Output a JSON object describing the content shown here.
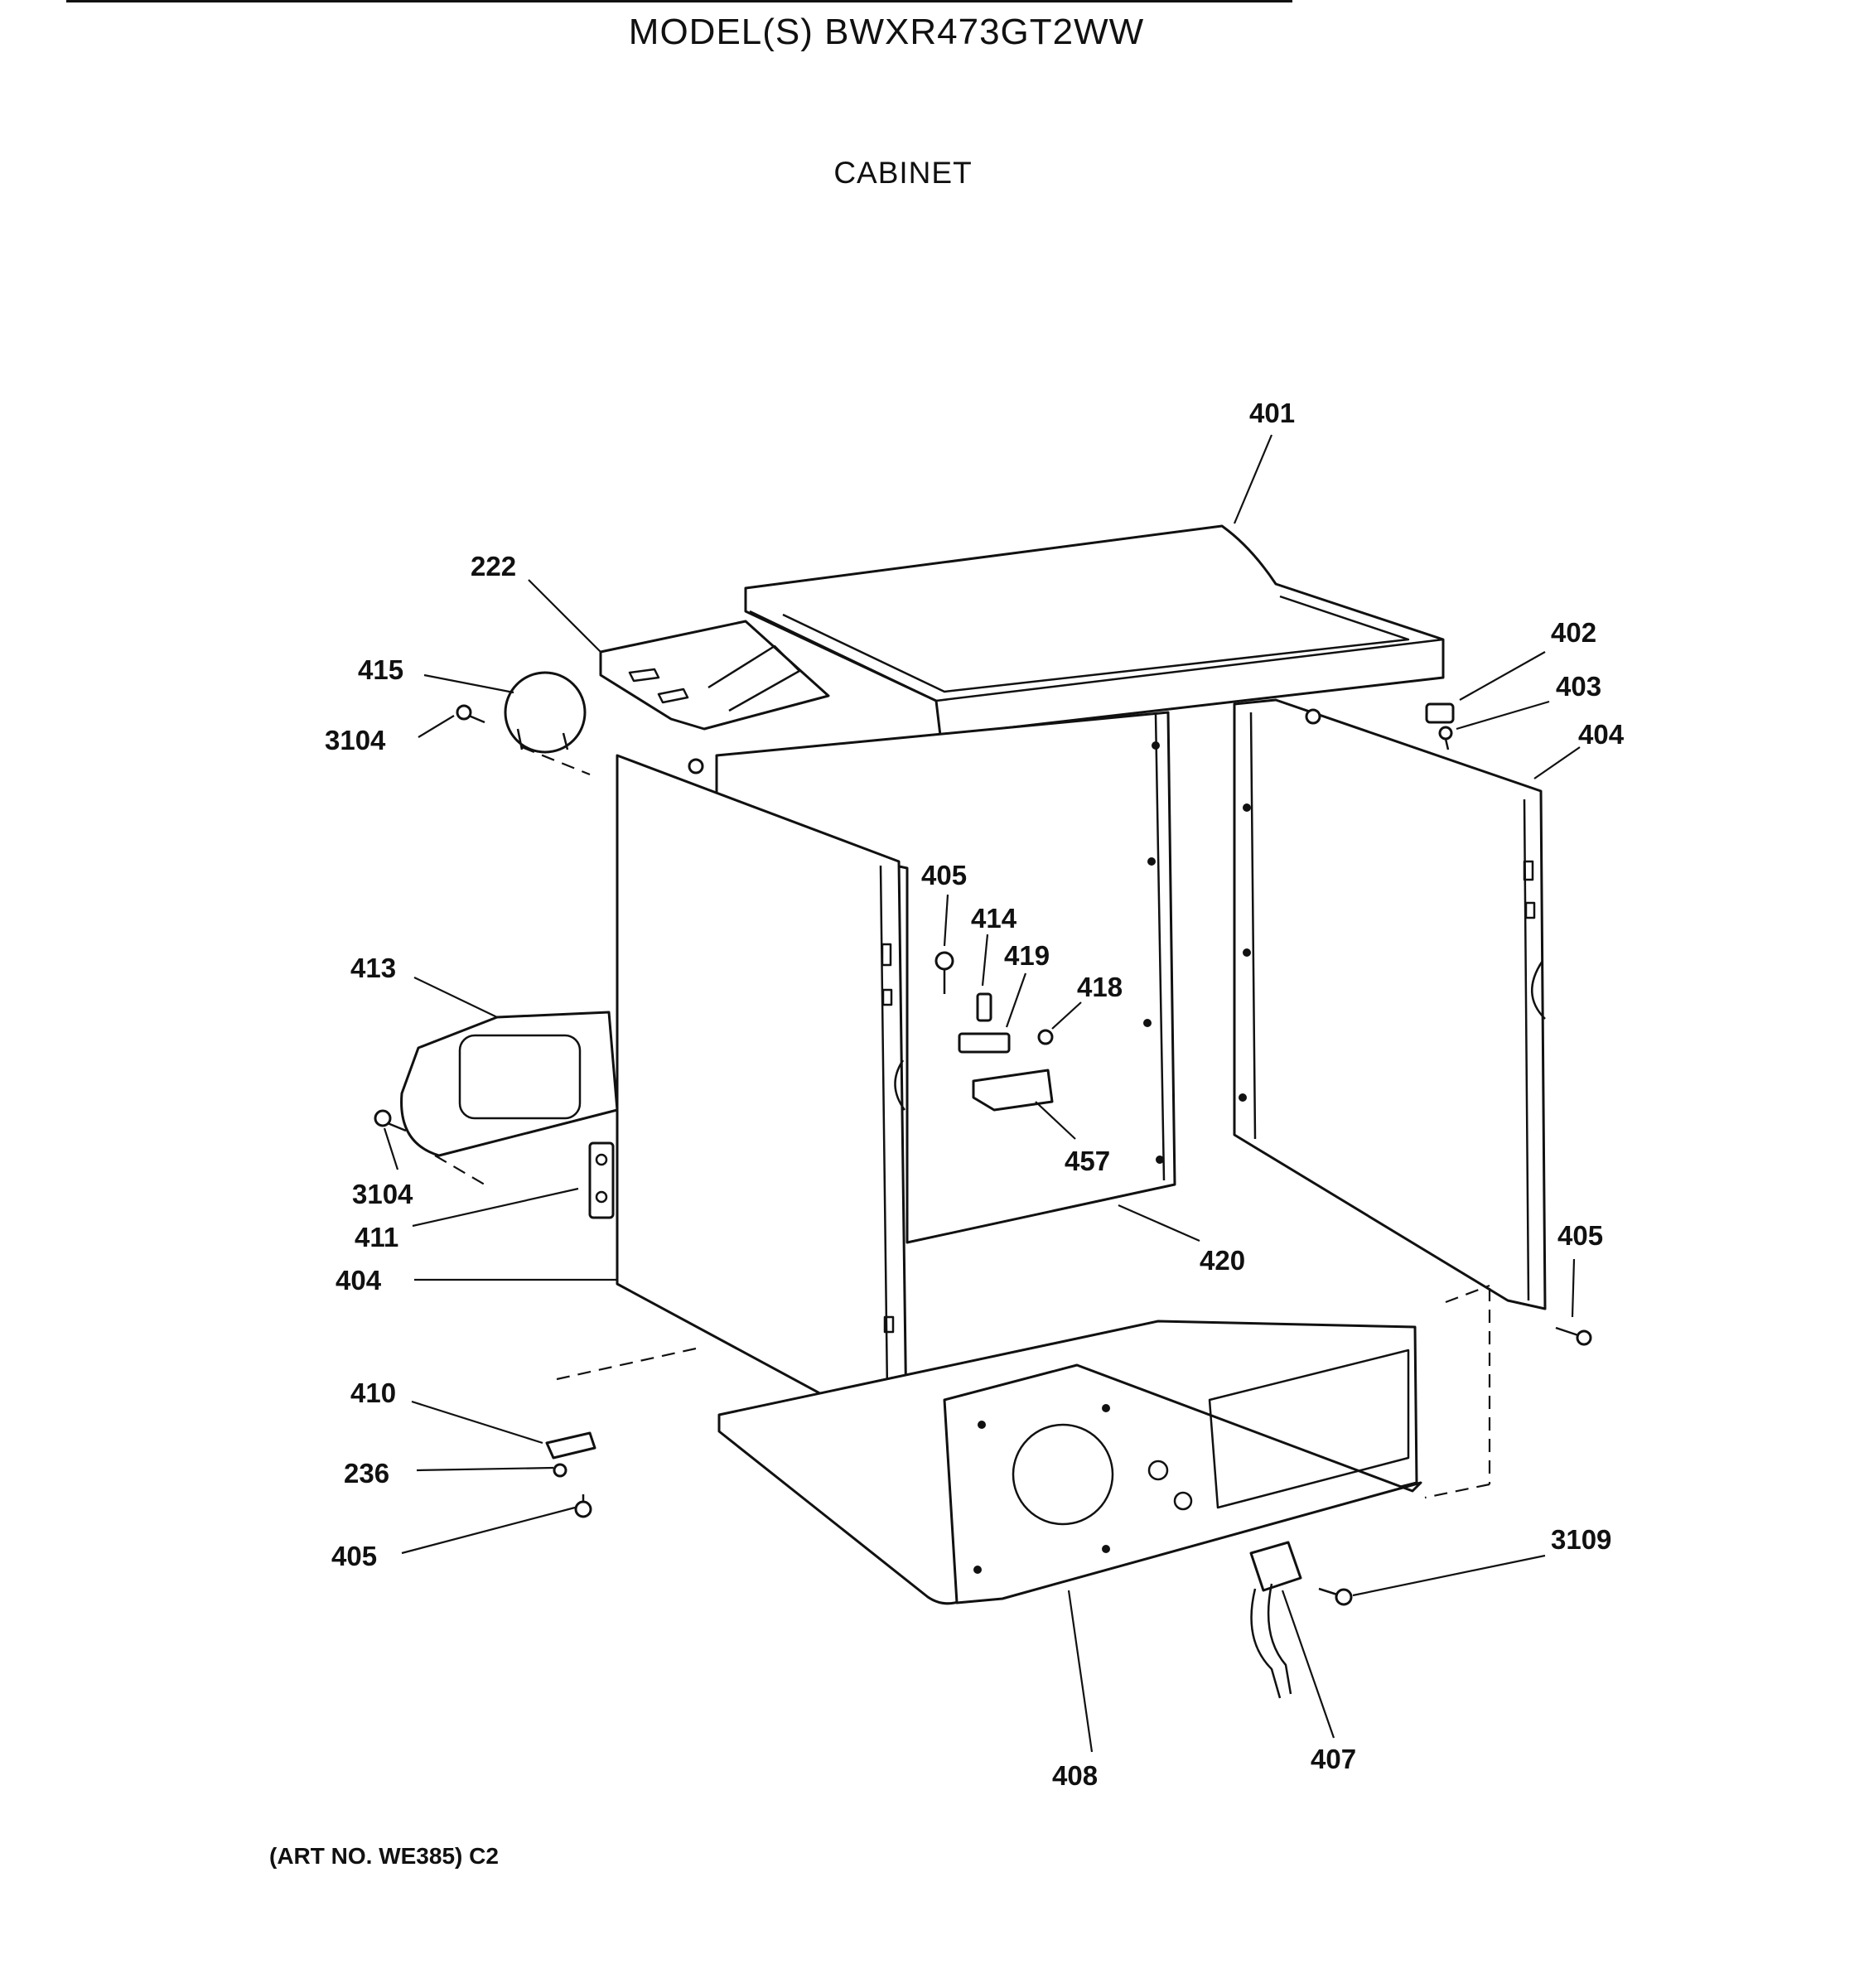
{
  "header": {
    "model": "MODEL(S) BWXR473GT2WW",
    "section": "CABINET"
  },
  "footer": {
    "art_no": "(ART NO. WE385) C2"
  },
  "callouts": {
    "c401": "401",
    "c222": "222",
    "c415": "415",
    "c3104_top": "3104",
    "c402": "402",
    "c403": "403",
    "c404_right": "404",
    "c405_mid": "405",
    "c414": "414",
    "c419": "419",
    "c418": "418",
    "c413": "413",
    "c457": "457",
    "c3104_left": "3104",
    "c411": "411",
    "c420": "420",
    "c405_right": "405",
    "c404_left": "404",
    "c410": "410",
    "c236": "236",
    "c405_bottom": "405",
    "c3109": "3109",
    "c408": "408",
    "c407": "407"
  }
}
